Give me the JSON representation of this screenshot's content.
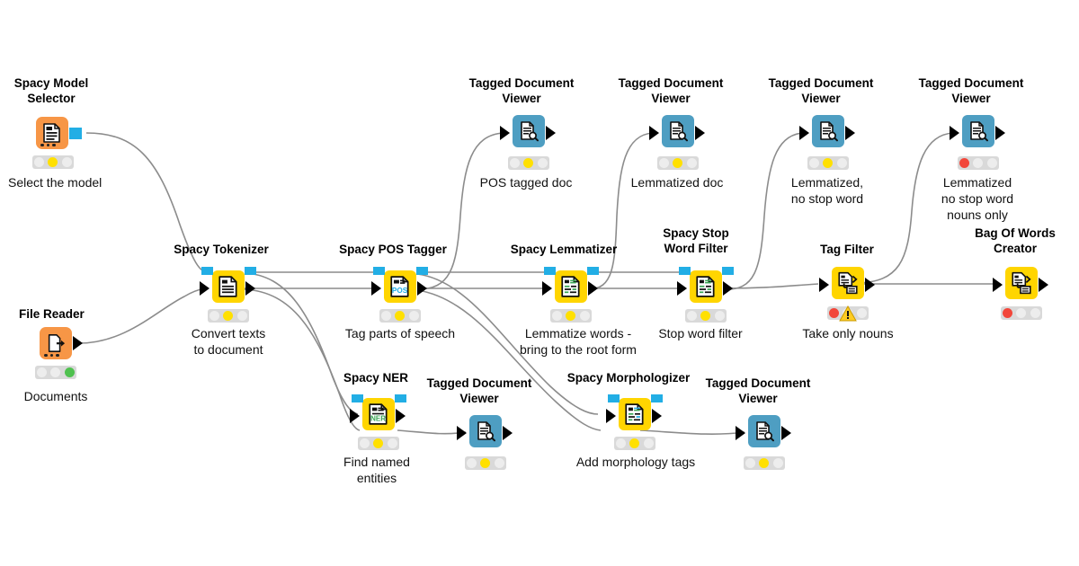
{
  "workflow": {
    "title": "KNIME spaCy NLP workflow",
    "colors": {
      "node_yellow": "#ffd500",
      "node_teal": "#4e9ec2",
      "node_orange": "#f79646",
      "port_blue": "#22aee5",
      "light_red": "#f2463a",
      "light_yellow": "#ffe000",
      "light_green": "#4fc14f",
      "edge": "#8c8c8c",
      "background": "#ffffff"
    },
    "nodes": [
      {
        "id": "spacy-model-selector",
        "title": "Spacy Model\nSelector",
        "note": "Select the model",
        "icon": "document-list-icon",
        "status": "yellow"
      },
      {
        "id": "file-reader",
        "title": "File Reader",
        "note": "Documents",
        "icon": "file-export-icon",
        "status": "green"
      },
      {
        "id": "spacy-tokenizer",
        "title": "Spacy Tokenizer",
        "note": "Convert texts\nto document",
        "icon": "document-text-icon",
        "status": "yellow"
      },
      {
        "id": "spacy-pos-tagger",
        "title": "Spacy POS Tagger",
        "note": "Tag parts of speech",
        "icon": "document-pos-icon",
        "status": "yellow"
      },
      {
        "id": "spacy-lemmatizer",
        "title": "Spacy Lemmatizer",
        "note": "Lemmatize words -\nbring to the root form",
        "icon": "document-tags-icon",
        "status": "yellow"
      },
      {
        "id": "spacy-stop-word-filter",
        "title": "Spacy Stop\nWord Filter",
        "note": "Stop word filter",
        "icon": "document-tags-icon",
        "status": "yellow"
      },
      {
        "id": "tag-filter",
        "title": "Tag Filter",
        "note": "Take only nouns",
        "icon": "tag-filter-icon",
        "status": "red",
        "warning": true
      },
      {
        "id": "bag-of-words-creator",
        "title": "Bag Of Words\nCreator",
        "note": "",
        "icon": "tag-filter-icon",
        "status": "red"
      },
      {
        "id": "viewer-pos",
        "title": "Tagged Document\nViewer",
        "note": "POS tagged doc",
        "icon": "document-search-icon",
        "status": "yellow"
      },
      {
        "id": "viewer-lemmatized",
        "title": "Tagged Document\nViewer",
        "note": "Lemmatized doc",
        "icon": "document-search-icon",
        "status": "yellow"
      },
      {
        "id": "viewer-no-stop-word",
        "title": "Tagged Document\nViewer",
        "note": "Lemmatized,\nno stop word",
        "icon": "document-search-icon",
        "status": "yellow"
      },
      {
        "id": "viewer-nouns-only",
        "title": "Tagged Document\nViewer",
        "note": "Lemmatized\nno stop word\nnouns only",
        "icon": "document-search-icon",
        "status": "red"
      },
      {
        "id": "spacy-ner",
        "title": "Spacy NER",
        "note": "Find named\nentities",
        "icon": "document-ner-icon",
        "status": "yellow"
      },
      {
        "id": "viewer-ner",
        "title": "Tagged Document\nViewer",
        "note": "",
        "icon": "document-search-icon",
        "status": "yellow"
      },
      {
        "id": "spacy-morphologizer",
        "title": "Spacy Morphologizer",
        "note": "Add morphology tags",
        "icon": "document-tags-icon",
        "status": "yellow"
      },
      {
        "id": "viewer-morphology",
        "title": "Tagged Document\nViewer",
        "note": "",
        "icon": "document-search-icon",
        "status": "yellow"
      }
    ]
  }
}
